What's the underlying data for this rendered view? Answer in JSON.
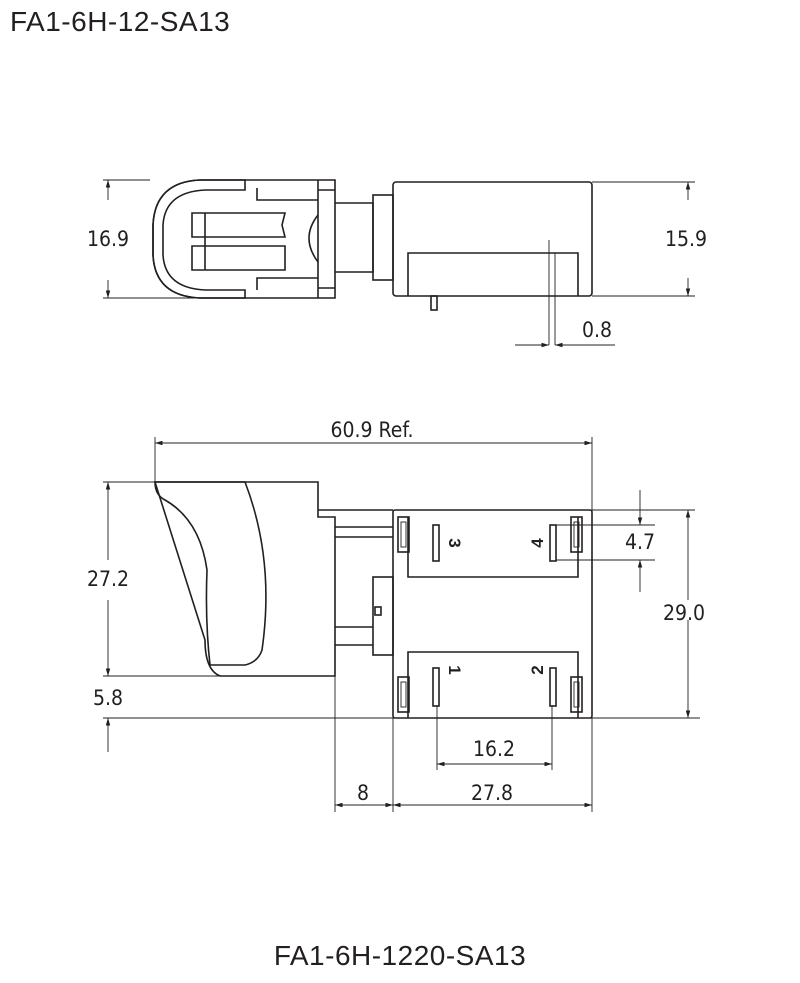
{
  "titles": {
    "top": "FA1-6H-12-SA13",
    "bottom": "FA1-6H-1220-SA13"
  },
  "side_view": {
    "dims": {
      "height_trigger": "16.9",
      "height_body": "15.9",
      "pin_thickness": "0.8"
    }
  },
  "bottom_view": {
    "dims": {
      "overall_length": "60.9 Ref.",
      "trigger_height": "27.2",
      "offset": "5.8",
      "body_height": "29.0",
      "pin_offset": "4.7",
      "pin_spacing": "16.2",
      "rail": "8",
      "body_width": "27.8"
    },
    "terminals": [
      "1",
      "2",
      "3",
      "4"
    ]
  }
}
